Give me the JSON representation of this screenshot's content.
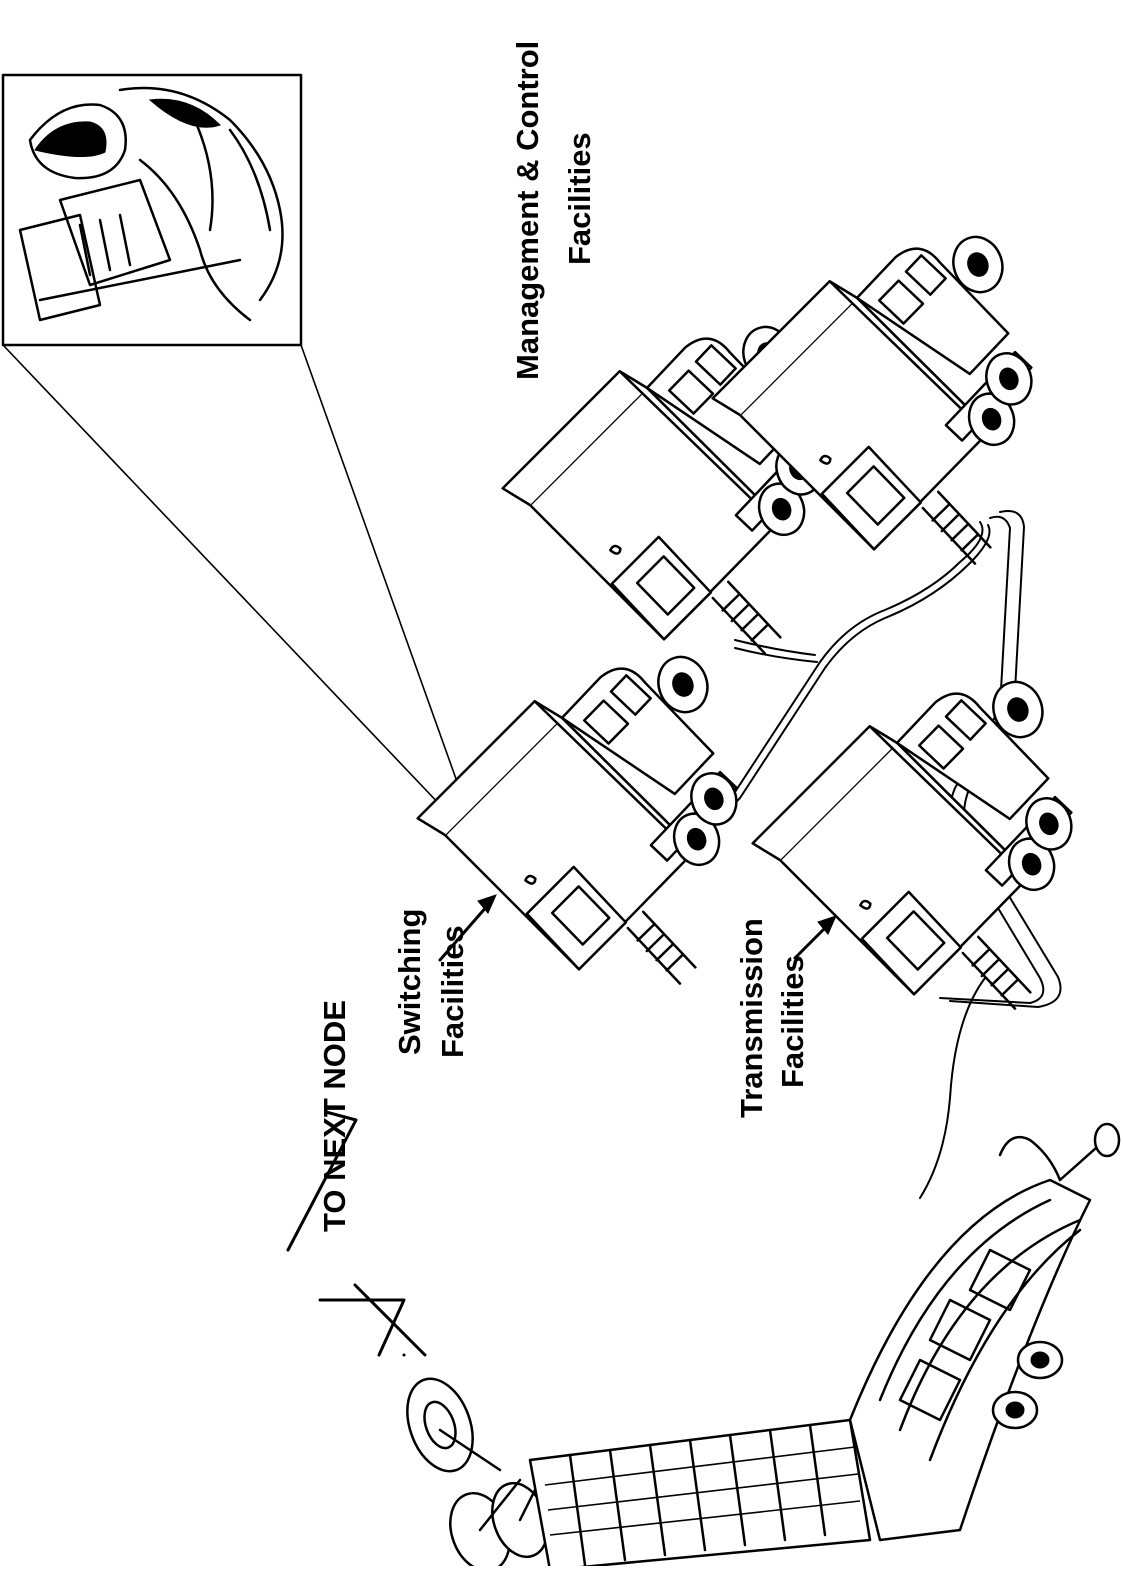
{
  "labels": {
    "management_line1": "Management  &  Control",
    "management_line2": "Facilities",
    "switching_line1": "Switching",
    "switching_line2": "Facilities",
    "transmission_line1": "Transmission",
    "transmission_line2": "Facilities",
    "next_node": "TO NEXT NODE"
  },
  "figures": {
    "inset": "operators-at-console-inset",
    "shelters": [
      "switching-shelter-truck",
      "management-shelter-truck-1",
      "management-shelter-truck-2",
      "transmission-shelter-truck"
    ],
    "antenna": "antenna-mast-vehicle"
  }
}
